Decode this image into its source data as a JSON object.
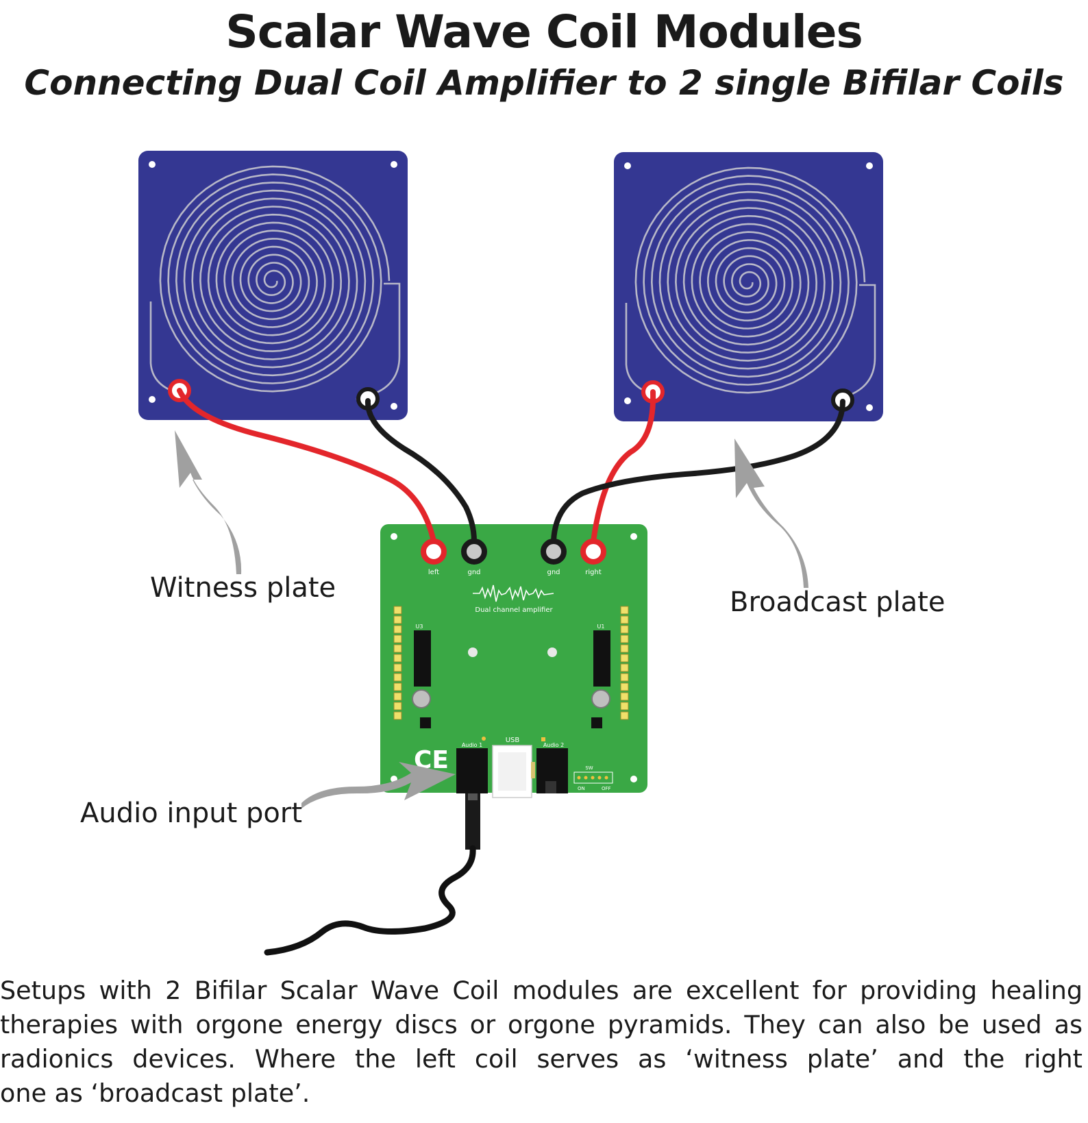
{
  "title": "Scalar Wave Coil Modules",
  "subtitle": "Connecting Dual Coil Amplifier to 2 single Bifilar Coils",
  "labels": {
    "witness": "Witness plate",
    "broadcast": "Broadcast plate",
    "audio": "Audio input port"
  },
  "pcb": {
    "terminals": [
      "left",
      "gnd",
      "gnd",
      "right"
    ],
    "name": "Dual channel amplifier",
    "usb": "USB",
    "audio1": "Audio 1",
    "audio2": "Audio 2",
    "ic_left": "U3",
    "ic_right": "U1",
    "sw": "SW",
    "on": "ON",
    "off": "OFF",
    "ce": "CE"
  },
  "colors": {
    "coil_plate": "#343792",
    "coil_trace": "#b8b8c8",
    "pcb": "#3aa845",
    "wire_red": "#e3262b",
    "wire_black": "#1a1a1a",
    "arrow": "#a0a0a0"
  },
  "caption": {
    "main": "Setups with 2 Bifilar Scalar Wave Coil modules are excellent for providing healing therapies with orgone energy discs or orgone pyramids. They can also be used as radionics devices. Where the left coil serves as ‘witness plate’ and the right",
    "last": "one as ‘broadcast plate’."
  }
}
